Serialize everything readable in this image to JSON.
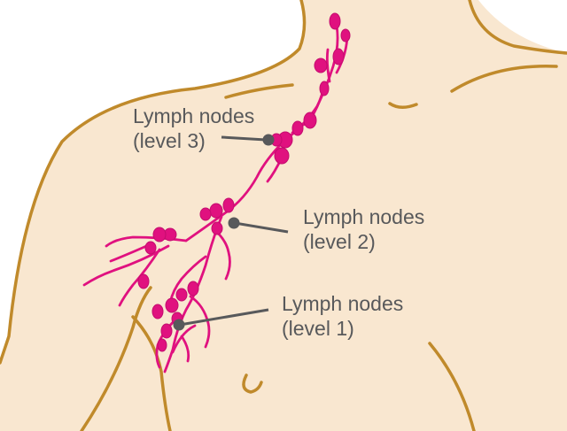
{
  "colors": {
    "skin": "#f9e7d0",
    "outline": "#c08a2b",
    "lymph": "#e0117f",
    "lymph_dark": "#c40c6e",
    "pointer": "#58595b",
    "label_text": "#58595b"
  },
  "icons": [
    "lymph-node-icon"
  ],
  "labels": {
    "level3": {
      "line1": "Lymph nodes",
      "line2": "(level 3)"
    },
    "level2": {
      "line1": "Lymph nodes",
      "line2": "(level 2)"
    },
    "level1": {
      "line1": "Lymph nodes",
      "line2": "(level 1)"
    }
  }
}
